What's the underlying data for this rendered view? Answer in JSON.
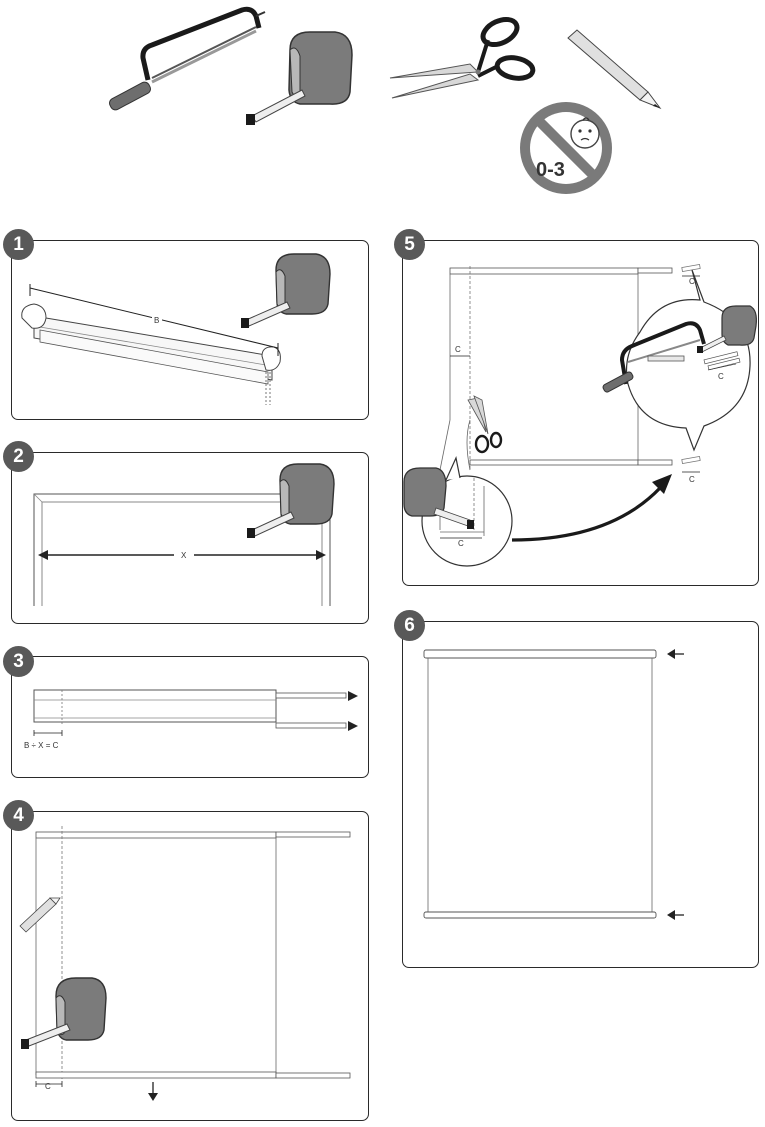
{
  "warning": {
    "age_range": "0-3"
  },
  "steps": [
    {
      "number": "1",
      "measure_label": "B"
    },
    {
      "number": "2",
      "measure_label": "X"
    },
    {
      "number": "3",
      "formula": "B ÷ X = C"
    },
    {
      "number": "4",
      "cut_label": "C"
    },
    {
      "number": "5",
      "cut_label_left": "C",
      "cut_label_top": "C",
      "cut_label_zoom": "C",
      "cut_label_bottom": "C",
      "cut_label_fabric": "C"
    },
    {
      "number": "6"
    }
  ],
  "icons": {
    "tools": [
      "hacksaw-icon",
      "tape-measure-icon",
      "scissors-icon",
      "pencil-icon"
    ],
    "warning": "not-for-children-icon"
  },
  "colors": {
    "gray": "#7a7a7a",
    "dark": "#2a2a2a",
    "badge": "#595959"
  }
}
